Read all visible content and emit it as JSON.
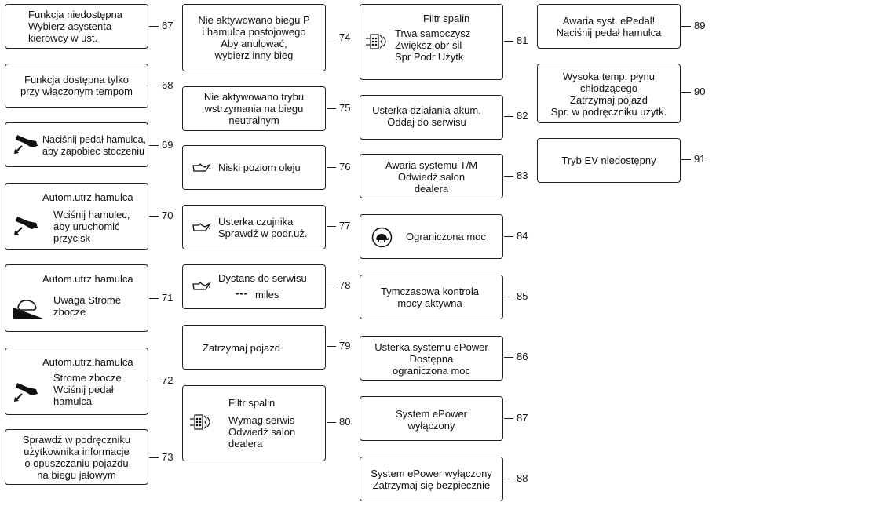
{
  "messages": {
    "m67": {
      "number": "67",
      "text": "Funkcja niedostępna\nWybierz asystenta\nkierowcy w ust.",
      "icon": ""
    },
    "m68": {
      "number": "68",
      "text": "Funkcja dostępna tylko\nprzy włączonym tempom",
      "icon": ""
    },
    "m69": {
      "number": "69",
      "text": "Naciśnij pedał hamulca,\naby zapobiec stoczeniu",
      "icon": "brake-pedal-icon"
    },
    "m70": {
      "number": "70",
      "title": "Autom.utrz.hamulca",
      "text": "Wciśnij hamulec,\naby uruchomić\nprzycisk",
      "icon": "brake-pedal-icon"
    },
    "m71": {
      "number": "71",
      "title": "Autom.utrz.hamulca",
      "text": "Uwaga Strome\nzbocze",
      "icon": "steep-slope-icon"
    },
    "m72": {
      "number": "72",
      "title": "Autom.utrz.hamulca",
      "text": "Strome zbocze\nWciśnij pedał\nhamulca",
      "icon": "brake-pedal-icon"
    },
    "m73": {
      "number": "73",
      "text": "Sprawdź w podręczniku\nużytkownika informacje\no opuszczaniu pojazdu\nna biegu jałowym",
      "icon": ""
    },
    "m74": {
      "number": "74",
      "text": "Nie aktywowano biegu P\ni hamulca postojowego\nAby anulować,\nwybierz inny bieg",
      "icon": ""
    },
    "m75": {
      "number": "75",
      "text": "Nie aktywowano trybu\nwstrzymania na biegu\nneutralnym",
      "icon": ""
    },
    "m76": {
      "number": "76",
      "text": "Niski poziom oleju",
      "icon": "oil-can-icon"
    },
    "m77": {
      "number": "77",
      "text": "Usterka czujnika\nSprawdź w podr.uż.",
      "icon": "oil-can-icon"
    },
    "m78": {
      "number": "78",
      "text": "Dystans do serwisu",
      "unit": "miles",
      "dashes": "---",
      "icon": "oil-can-icon"
    },
    "m79": {
      "number": "79",
      "text": "Zatrzymaj pojazd",
      "icon": ""
    },
    "m80": {
      "number": "80",
      "title": "Filtr spalin",
      "text": "Wymag serwis\nOdwiedź salon\ndealera",
      "icon": "exhaust-filter-icon"
    },
    "m81": {
      "number": "81",
      "title": "Filtr spalin",
      "text": "Trwa samoczysz\nZwiększ obr sil\nSpr Podr Użytk",
      "icon": "exhaust-filter-icon"
    },
    "m82": {
      "number": "82",
      "text": "Usterka działania akum.\nOddaj do serwisu",
      "icon": ""
    },
    "m83": {
      "number": "83",
      "text": "Awaria systemu T/M\nOdwiedź salon\ndealera",
      "icon": ""
    },
    "m84": {
      "number": "84",
      "text": "Ograniczona moc",
      "icon": "turtle-icon"
    },
    "m85": {
      "number": "85",
      "text": "Tymczasowa kontrola\nmocy aktywna",
      "icon": ""
    },
    "m86": {
      "number": "86",
      "text": "Usterka systemu ePower\nDostępna\nograniczona moc",
      "icon": ""
    },
    "m87": {
      "number": "87",
      "text": "System ePower\nwyłączony",
      "icon": ""
    },
    "m88": {
      "number": "88",
      "text": "System ePower wyłączony\nZatrzymaj się bezpiecznie",
      "icon": ""
    },
    "m89": {
      "number": "89",
      "text": "Awaria syst. ePedal!\nNaciśnij pedał hamulca",
      "icon": ""
    },
    "m90": {
      "number": "90",
      "text": "Wysoka temp. płynu\nchłodzącego\nZatrzymaj pojazd\nSpr. w podręczniku użytk.",
      "icon": ""
    },
    "m91": {
      "number": "91",
      "text": "Tryb EV niedostępny",
      "icon": ""
    }
  }
}
